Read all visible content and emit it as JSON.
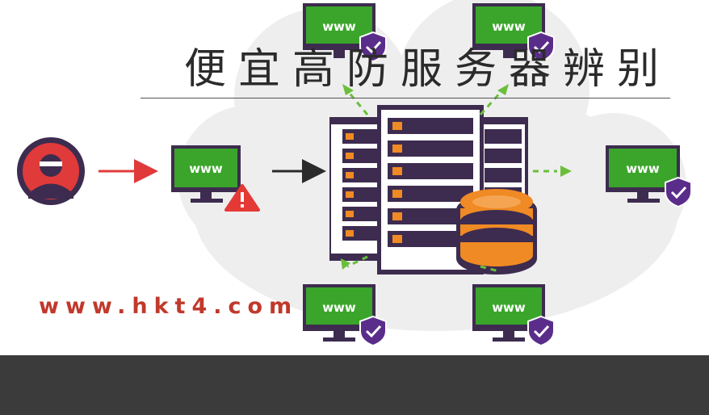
{
  "title": "便宜高防服务器辨别",
  "watermark": "www.hkt4.com",
  "monitor_label": "www",
  "colors": {
    "cloud": "#eeeeee",
    "monitor_green": "#3aa52a",
    "monitor_frame": "#3d2c4f",
    "shield_purple": "#5b2d8a",
    "server_frame": "#3d2c4f",
    "server_orange": "#f08a24",
    "attacker_red": "#e03a3a",
    "warning_red": "#e53935",
    "arrow_green": "#6abf3a",
    "footer": "#3b3b3b",
    "watermark": "#c0392b"
  },
  "icons": [
    "attacker-icon",
    "warning-icon",
    "shield-check-icon",
    "server-rack-icon",
    "database-icon"
  ]
}
